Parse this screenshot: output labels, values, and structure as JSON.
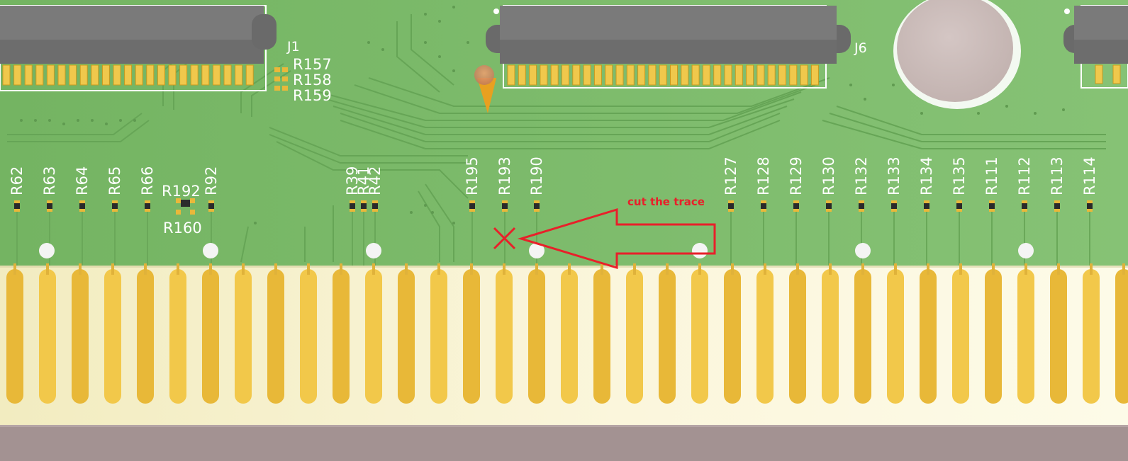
{
  "board": {
    "colors": {
      "solder_mask": "#7ebc6c",
      "trace": "#6aa859",
      "gold": "#e8b838",
      "gold_light": "#f5cf55",
      "pad_bg": "#f4f2d2",
      "connector": "#6c6c6c",
      "annotation": "#e8202a",
      "bottom_strip": "#a39292"
    },
    "connectors": [
      {
        "label": "J1"
      },
      {
        "label": "J6"
      }
    ],
    "small_labels": [
      {
        "label": "R157"
      },
      {
        "label": "R158"
      },
      {
        "label": "R159"
      },
      {
        "label": "R192"
      },
      {
        "label": "R160"
      }
    ],
    "resistors": [
      {
        "label": "R62"
      },
      {
        "label": "R63"
      },
      {
        "label": "R64"
      },
      {
        "label": "R65"
      },
      {
        "label": "R66"
      },
      {
        "label": "R92"
      },
      {
        "label": "R39"
      },
      {
        "label": "R41"
      },
      {
        "label": "R42"
      },
      {
        "label": "R195"
      },
      {
        "label": "R193"
      },
      {
        "label": "R190"
      },
      {
        "label": "R127"
      },
      {
        "label": "R128"
      },
      {
        "label": "R129"
      },
      {
        "label": "R130"
      },
      {
        "label": "R132"
      },
      {
        "label": "R133"
      },
      {
        "label": "R134"
      },
      {
        "label": "R135"
      },
      {
        "label": "R111"
      },
      {
        "label": "R112"
      },
      {
        "label": "R113"
      },
      {
        "label": "R114"
      }
    ],
    "annotation": {
      "text": "cut the trace",
      "marker_icon": "x-mark-icon",
      "pointer_icon": "arrow-left-icon"
    }
  }
}
